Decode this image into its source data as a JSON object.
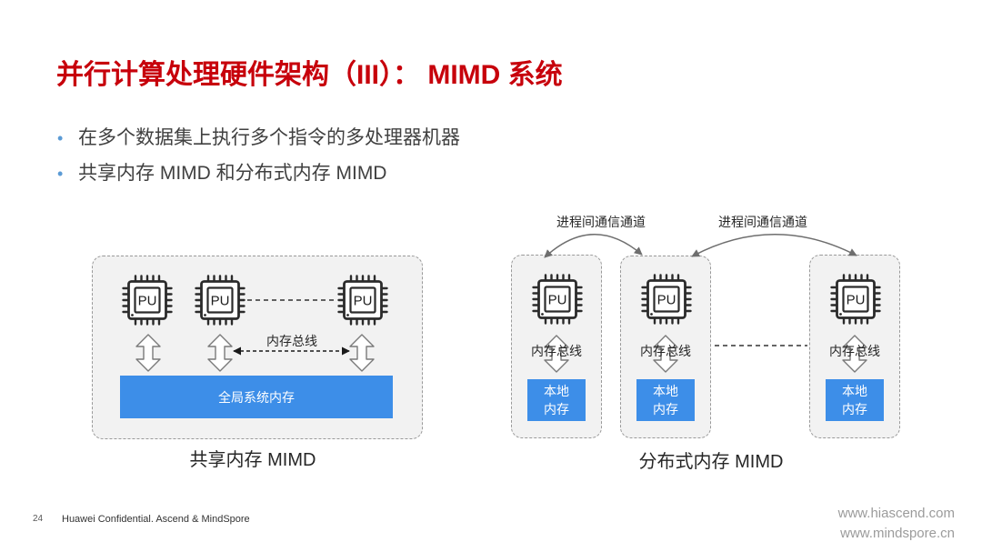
{
  "slide": {
    "title": "并行计算处理硬件架构（III）： MIMD 系统",
    "bullet_glyph": "•",
    "bullets": [
      "在多个数据集上执行多个指令的多处理器机器",
      "共享内存 MIMD 和分布式内存 MIMD"
    ]
  },
  "shared_memory_mimd": {
    "processors": [
      "PU",
      "PU",
      "PU"
    ],
    "memory_bus_label": "内存总线",
    "global_memory_label": "全局系统内存",
    "caption": "共享内存 MIMD"
  },
  "distributed_memory_mimd": {
    "ipc_channel_labels": [
      "进程间通信通道",
      "进程间通信通道"
    ],
    "nodes": [
      {
        "processor": "PU",
        "memory_bus_label": "内存总线",
        "local_memory_lines": [
          "本地",
          "内存"
        ]
      },
      {
        "processor": "PU",
        "memory_bus_label": "内存总线",
        "local_memory_lines": [
          "本地",
          "内存"
        ]
      },
      {
        "processor": "PU",
        "memory_bus_label": "内存总线",
        "local_memory_lines": [
          "本地",
          "内存"
        ]
      }
    ],
    "caption": "分布式内存 MIMD"
  },
  "footer": {
    "page_number": "24",
    "confidentiality": "Huawei Confidential. Ascend & MindSpore",
    "links": [
      "www.hiascend.com",
      "www.mindspore.cn"
    ]
  },
  "icons": {
    "processor": "cpu-chip-icon",
    "memory_bus": "double-arrow-icon",
    "ipc_channel": "curved-double-arrow-icon"
  },
  "colors": {
    "title": "#c7000b",
    "body_text": "#404040",
    "bullet": "#5b9bd5",
    "memory_fill": "#3d8ee8",
    "memory_text": "#ffffff",
    "panel_fill": "#f2f2f2",
    "panel_border": "#9a9a9a",
    "footer_link": "#9b9b9b"
  }
}
